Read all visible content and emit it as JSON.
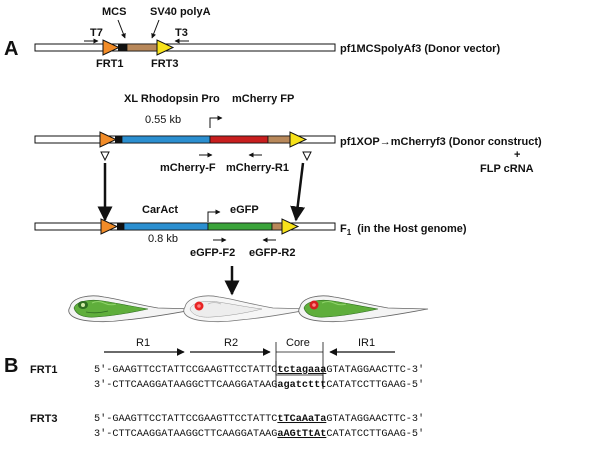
{
  "panels": {
    "a": "A",
    "b": "B"
  },
  "colors": {
    "frt1": "#f28c28",
    "frt3": "#f7e21a",
    "promoter": "#2b8fd0",
    "mcherry": "#c81e1e",
    "polya": "#b8885a",
    "egfp": "#3aa33a",
    "vector": "#ffffff",
    "mcs": "#111111"
  },
  "row1": {
    "mcs": "MCS",
    "polya": "SV40 polyA",
    "t7": "T7",
    "t3": "T3",
    "frt1": "FRT1",
    "frt3": "FRT3",
    "name": "pf1MCSpolyAf3 (Donor vector)"
  },
  "row2": {
    "promoter": "XL Rhodopsin Pro",
    "fp": "mCherry FP",
    "size": "0.55 kb",
    "primer_f": "mCherry-F",
    "primer_r": "mCherry-R1",
    "name": "pf1XOP→mCherryf3 (Donor construct)",
    "plus": "+",
    "flp": "FLP cRNA"
  },
  "row3": {
    "promoter": "CarAct",
    "fp": "eGFP",
    "size": "0.8 kb",
    "primer_f": "eGFP-F2",
    "primer_r": "eGFP-R2",
    "name_pre": "F",
    "name_sub": "1",
    "name_post": "(in the Host genome)"
  },
  "icons": [
    "tadpole-icon-green",
    "tadpole-icon-red-eye",
    "tadpole-icon-green-red-eye"
  ],
  "seq_header": {
    "r1": "R1",
    "r2": "R2",
    "core": "Core",
    "ir1": "IR1"
  },
  "frt1": {
    "label": "FRT1",
    "top_pre": "5′-GAAGTTCCTATTCCGAAGTTCCTATTC",
    "top_core": "tctagaaa",
    "top_post": "GTATAGGAACTTC-3′",
    "bot_pre": "3′-CTTCAAGGATAAGGCTTCAAGGATAAG",
    "bot_core": "agatcttt",
    "bot_post": "CATATCCTTGAAG-5′"
  },
  "frt3": {
    "label": "FRT3",
    "top_pre": "5′-GAAGTTCCTATTCCGAAGTTCCTATTC",
    "top_core": "tTCaAaTa",
    "top_post": "GTATAGGAACTTC-3′",
    "bot_pre": "3′-CTTCAAGGATAAGGCTTCAAGGATAAG",
    "bot_core": "aAGtTtAt",
    "bot_post": "CATATCCTTGAAG-5′"
  }
}
